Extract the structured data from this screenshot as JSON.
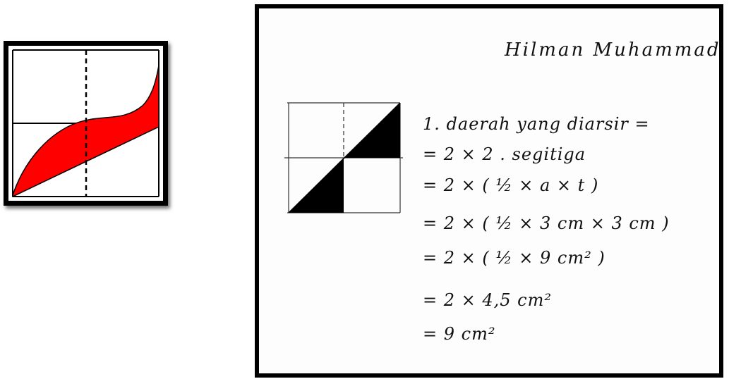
{
  "worksheet": {
    "author": "Hilman Muhammad",
    "lines": [
      "1. daerah yang diarsir =",
      "= 2 × 2 . segitiga",
      "= 2 × ( ½ × a × t )",
      "= 2 × ( ½ × 3 cm × 3 cm )",
      "= 2 × ( ½ × 9 cm² )",
      "= 2 × 4,5 cm²",
      "= 9 cm²"
    ]
  },
  "colors": {
    "shaded_region_left": "#ff0000",
    "shaded_region_right": "#000000",
    "frame": "#000000"
  }
}
